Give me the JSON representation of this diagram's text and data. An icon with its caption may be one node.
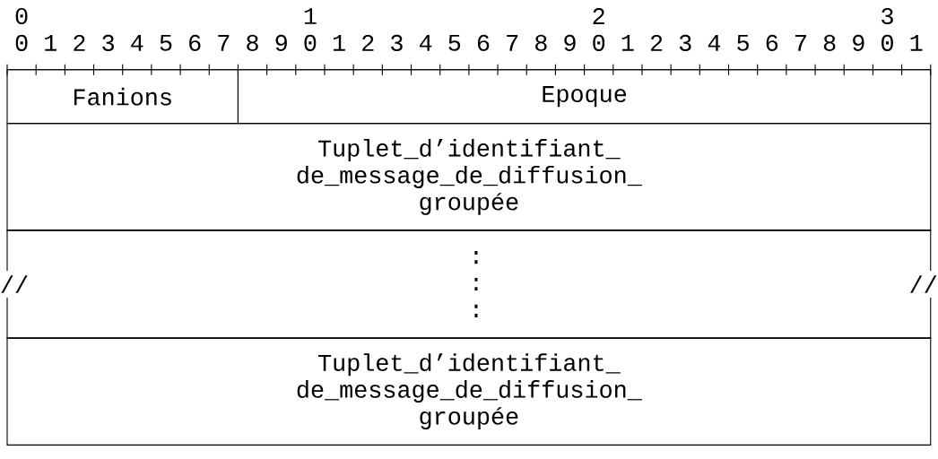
{
  "diagram": {
    "nodes": [
      {
        "text": [
          "Fanions"
        ]
      },
      {
        "text": [
          "Epoque"
        ]
      },
      {
        "text": [
          "Tuplet_d’identifiant_ de_message_de_diffusion_ groupée"
        ]
      },
      {
        "text": [
          ":",
          ":",
          ":"
        ]
      },
      {
        "text": [
          "Tuplet_d’identifiant_ de_message_de_diffusion_ groupée"
        ]
      }
    ],
    "labels": [
      "0",
      "1",
      "2",
      "3",
      "0",
      "1",
      "2",
      "3",
      "4",
      "5",
      "6",
      "7",
      "8",
      "9",
      "0",
      "1",
      "2",
      "3",
      "4",
      "5",
      "6",
      "7",
      "8",
      "9",
      "0",
      "1",
      "2",
      "3",
      "4",
      "5",
      "6",
      "7",
      "8",
      "9",
      "0",
      "1",
      "//",
      "//"
    ]
  }
}
